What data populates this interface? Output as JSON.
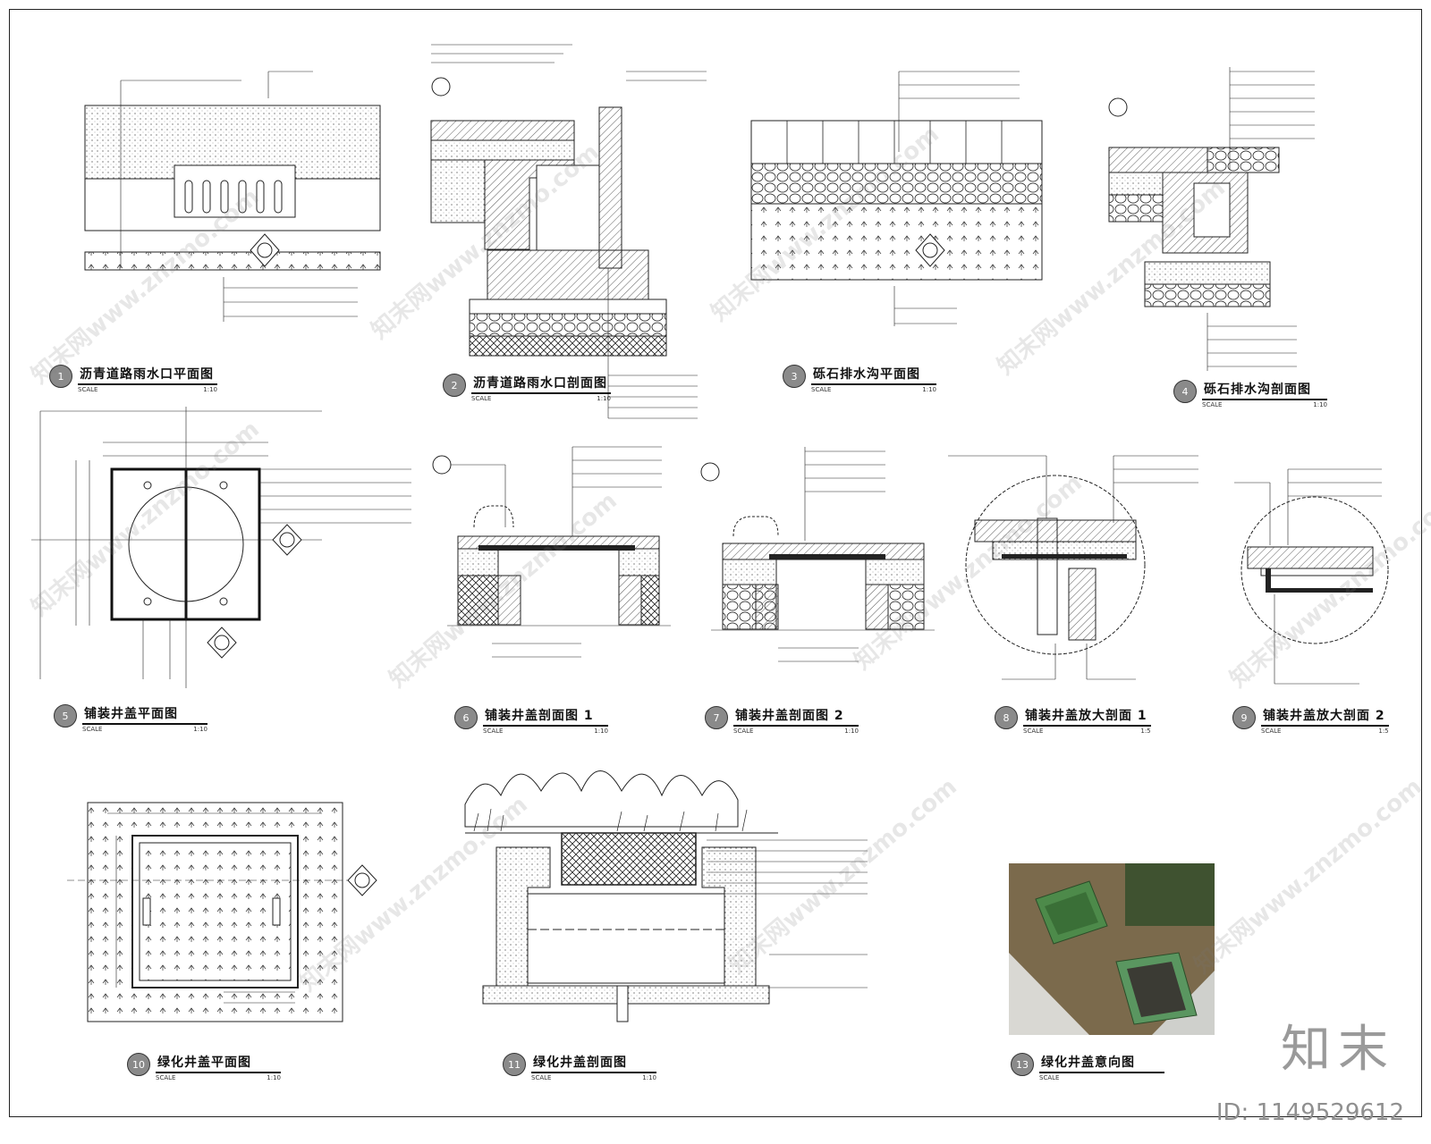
{
  "drawings": [
    {
      "num": "1",
      "name": "沥青道路雨水口平面图",
      "scale_label": "SCALE",
      "scale": "1:10"
    },
    {
      "num": "2",
      "name": "沥青道路雨水口剖面图",
      "scale_label": "SCALE",
      "scale": "1:10"
    },
    {
      "num": "3",
      "name": "砾石排水沟平面图",
      "scale_label": "SCALE",
      "scale": "1:10"
    },
    {
      "num": "4",
      "name": "砾石排水沟剖面图",
      "scale_label": "SCALE",
      "scale": "1:10"
    },
    {
      "num": "5",
      "name": "铺装井盖平面图",
      "scale_label": "SCALE",
      "scale": "1:10"
    },
    {
      "num": "6",
      "name": "铺装井盖剖面图 1",
      "scale_label": "SCALE",
      "scale": "1:10"
    },
    {
      "num": "7",
      "name": "铺装井盖剖面图 2",
      "scale_label": "SCALE",
      "scale": "1:10"
    },
    {
      "num": "8",
      "name": "铺装井盖放大剖面 1",
      "scale_label": "SCALE",
      "scale": "1:5"
    },
    {
      "num": "9",
      "name": "铺装井盖放大剖面 2",
      "scale_label": "SCALE",
      "scale": "1:5"
    },
    {
      "num": "10",
      "name": "绿化井盖平面图",
      "scale_label": "SCALE",
      "scale": "1:10"
    },
    {
      "num": "11",
      "name": "绿化井盖剖面图",
      "scale_label": "SCALE",
      "scale": "1:10"
    },
    {
      "num": "13",
      "name": "绿化井盖意向图",
      "scale_label": "SCALE",
      "scale": ""
    }
  ],
  "watermark": "知末网www.znzmo.com",
  "brand": "知末",
  "id_text": "ID: 1149529612",
  "colors": {
    "line": "#1a1a1a",
    "hatch": "#555555",
    "badge": "#8a8a8a",
    "grass": "#4d8a4a",
    "concrete": "#c9c9c4"
  }
}
